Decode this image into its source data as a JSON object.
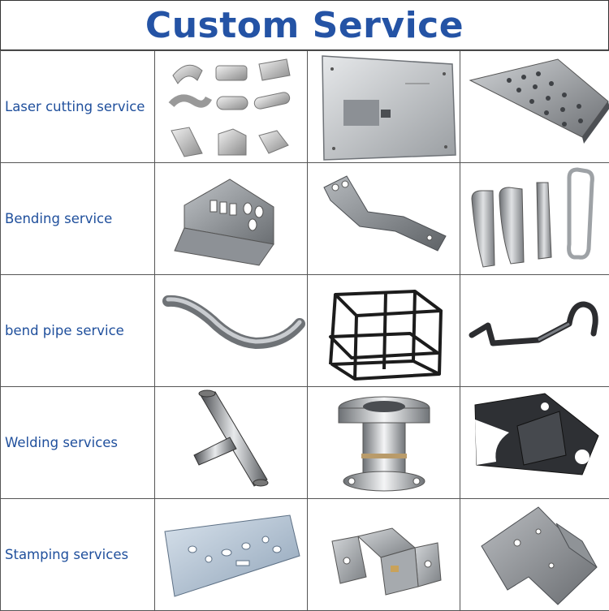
{
  "title": "Custom Service",
  "rows": [
    {
      "label": "Laser cutting service",
      "images": [
        "laser-cut-parts-collage",
        "laser-cut-panel",
        "perforated-tray"
      ]
    },
    {
      "label": "Bending service",
      "images": [
        "bent-bracket-with-holes",
        "z-bent-strap",
        "bent-clips"
      ]
    },
    {
      "label": "bend pipe service",
      "images": [
        "bent-tube",
        "wire-frame-basket",
        "j-hook-rod"
      ]
    },
    {
      "label": "Welding services",
      "images": [
        "welded-tee-pipe",
        "welded-flange-pipe",
        "welded-black-bracket"
      ]
    },
    {
      "label": "Stamping services",
      "images": [
        "stamped-long-plate",
        "stamped-bracket",
        "stamped-angle-plate"
      ]
    }
  ]
}
